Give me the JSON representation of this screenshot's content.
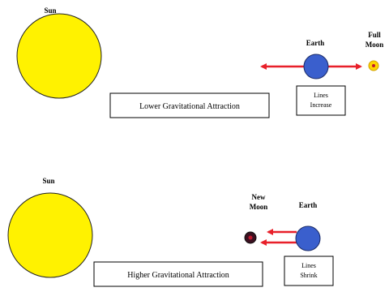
{
  "colors": {
    "sun": "#FFF200",
    "earth": "#3A5FCD",
    "arrow": "#E8202A",
    "full_moon_fill": "#FFD400",
    "full_moon_core": "#C0182E",
    "new_moon_fill": "#3A1020",
    "new_moon_core": "#C0182E"
  },
  "top_scene": {
    "sun_label": "Sun",
    "earth_label": "Earth",
    "moon_label_line1": "Full",
    "moon_label_line2": "Moon",
    "attraction_text": "Lower Gravitational Attraction",
    "lines_line1": "Lines",
    "lines_line2": "Increase"
  },
  "bottom_scene": {
    "sun_label": "Sun",
    "earth_label": "Earth",
    "moon_label_line1": "New",
    "moon_label_line2": "Moon",
    "attraction_text": "Higher Gravitational Attraction",
    "lines_line1": "Lines",
    "lines_line2": "Shrink"
  }
}
